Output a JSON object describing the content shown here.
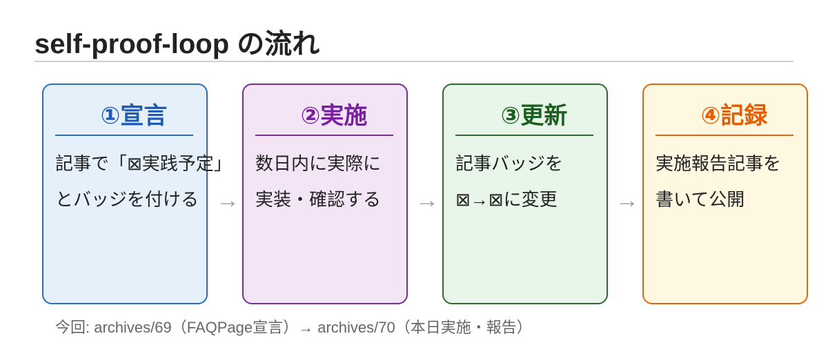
{
  "title": "self-proof-loop の流れ",
  "steps": [
    {
      "label": "①宣言",
      "lines": [
        "記事で「⊠実践予定」",
        "とバッジを付ける"
      ],
      "border_color": "#2a6fbf",
      "fill_color": "#e6f0fb",
      "title_color": "#1c5db3"
    },
    {
      "label": "②実施",
      "lines": [
        "数日内に実際に",
        "実装・確認する"
      ],
      "border_color": "#7b2d9f",
      "fill_color": "#f3e5f5",
      "title_color": "#7b1fa2"
    },
    {
      "label": "③更新",
      "lines": [
        "記事バッジを",
        "⊠→⊠に変更"
      ],
      "border_color": "#2e6b2f",
      "fill_color": "#e8f5e9",
      "title_color": "#1b5e20"
    },
    {
      "label": "④記録",
      "lines": [
        "実施報告記事を",
        "書いて公開"
      ],
      "border_color": "#e0670f",
      "fill_color": "#fff8e1",
      "title_color": "#e65c00"
    }
  ],
  "connectors": [
    "→",
    "→",
    "→"
  ],
  "footer": "今回: archives/69（FAQPage宣言）→ archives/70（本日実施・報告）",
  "colors": {
    "text": "#222222",
    "connector": "#9e9e9e",
    "footer": "#666666",
    "rule": "#cfcfcf"
  }
}
